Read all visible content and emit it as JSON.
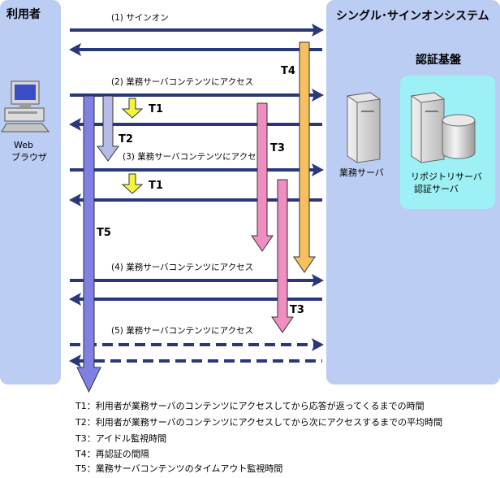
{
  "user_panel": {
    "title": "利用者"
  },
  "browser": {
    "label_line1": "Web",
    "label_line2": "ブラウザ"
  },
  "sso_panel": {
    "title": "シングル･サインオンシステム"
  },
  "auth_box": {
    "title": "認証基盤"
  },
  "business_server": {
    "label": "業務サーバ"
  },
  "repository_server": {
    "label_line1": "リポジトリサーバ",
    "label_line2": "認証サーバ"
  },
  "messages": [
    "(1) サインオン",
    "(2) 業務サーバコンテンツにアクセス",
    "(3) 業務サーバコンテンツにアクセス",
    "(4) 業務サーバコンテンツにアクセス",
    "(5) 業務サーバコンテンツにアクセス"
  ],
  "timers": {
    "t1a": "T1",
    "t1b": "T1",
    "t2": "T2",
    "t3a": "T3",
    "t3b": "T3",
    "t4": "T4",
    "t5": "T5"
  },
  "legend": [
    "T1：利用者が業務サーバのコンテンツにアクセスしてから応答が返ってくるまでの時間",
    "T2：利用者が業務サーバのコンテンツにアクセスしてから次にアクセスするまでの平均時間",
    "T3：アイドル監視時間",
    "T4：再認証の間隔",
    "T5：業務サーバコンテンツのタイムアウト監視時間"
  ],
  "colors": {
    "panel": "#bccdf3",
    "auth_box": "#9df1f5",
    "arrow_line": "#29387a",
    "t1": "#f4f43c",
    "t2": "#b7bbe7",
    "t3": "#ef8ec0",
    "t4": "#f8bf5e",
    "t5": "#7f80e4"
  }
}
